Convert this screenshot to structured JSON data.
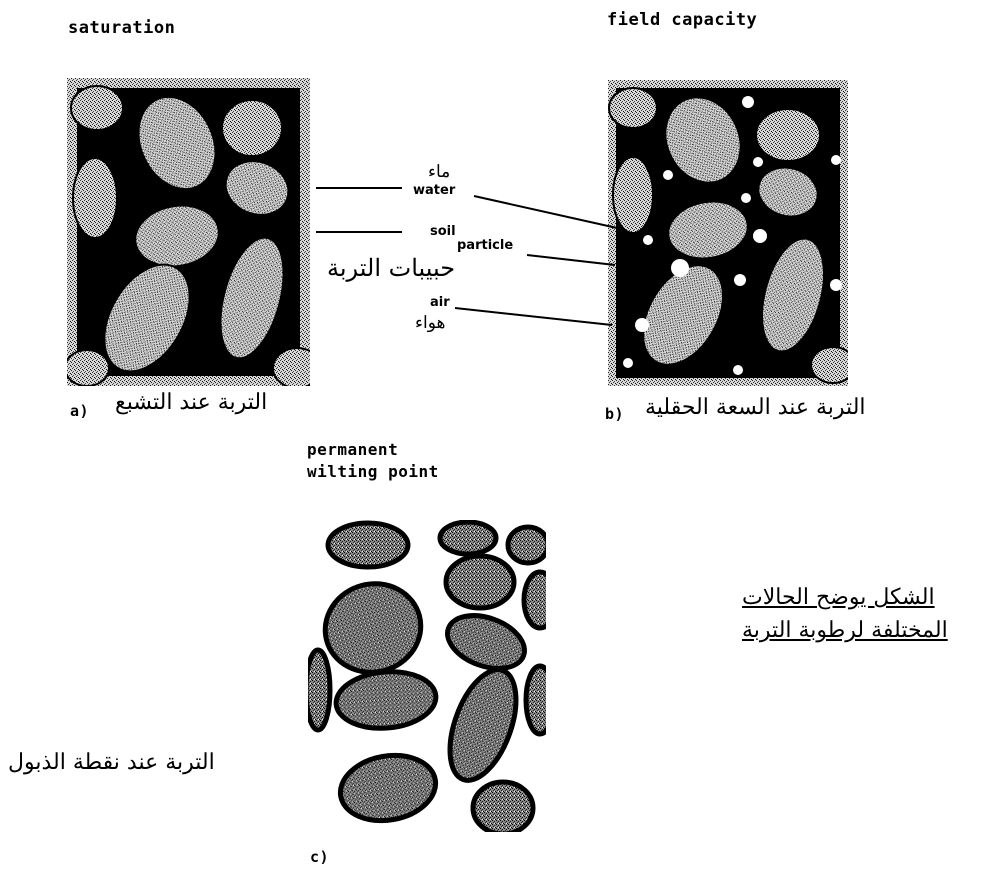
{
  "states": {
    "saturation": {
      "title": "saturation",
      "letter": "a)",
      "caption_ar": "التربة عند التشبع"
    },
    "field_capacity": {
      "title": "field capacity",
      "letter": "b)",
      "caption_ar": "التربة عند السعة الحقلية"
    },
    "wilting_point": {
      "title_line1": "permanent",
      "title_line2": "wilting point",
      "letter": "c)",
      "caption_ar": "التربة عند نقطة الذبول"
    }
  },
  "labels": {
    "water_ar": "ماء",
    "water_en": "water",
    "particle_en_1": "soil",
    "particle_en_2": "particle",
    "particle_ar": "حبيبات التربة",
    "air_en": "air",
    "air_ar": "هواء"
  },
  "figure_caption": {
    "line1": "الشكل يوضح الحالات",
    "line2": "المختلفة لرطوبة التربة"
  },
  "colors": {
    "ink": "#000000",
    "particle": "#9a9a9a",
    "paper": "#ffffff"
  }
}
